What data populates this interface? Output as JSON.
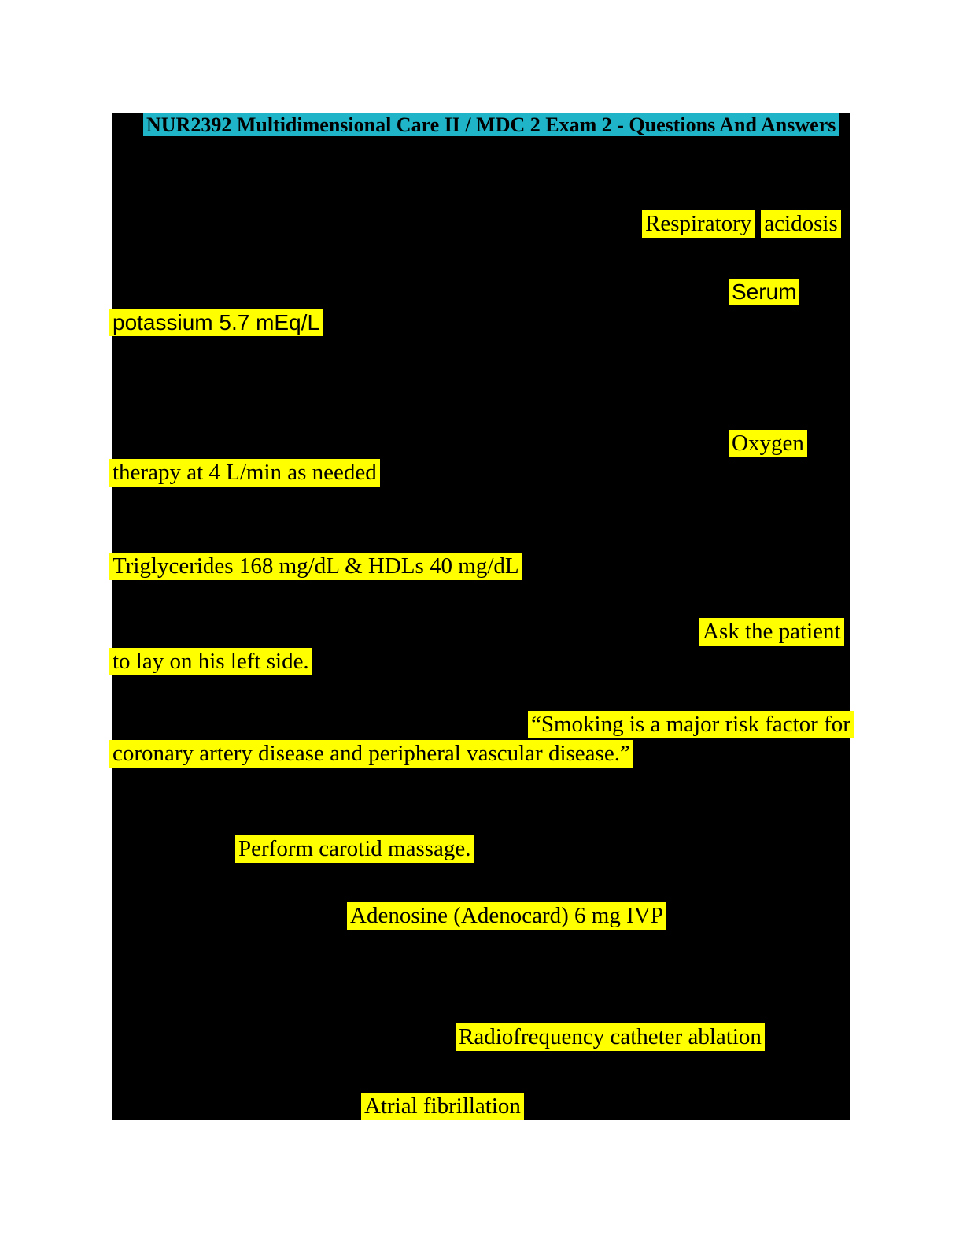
{
  "header": {
    "title": "NUR2392 Multidimensional Care II / MDC 2 Exam 2 - Questions And Answers"
  },
  "colors": {
    "title_highlight": "#20b4c8",
    "answer_highlight": "#ffff00",
    "redaction_block": "#000000",
    "page_background": "#ffffff",
    "text": "#000000"
  },
  "answers": {
    "respiratory": "Respiratory",
    "acidosis": "acidosis",
    "serum": "Serum",
    "potassium": "potassium 5.7 mEq/L",
    "oxygen": "Oxygen",
    "oxygen_therapy": "therapy at 4 L/min as needed",
    "triglycerides": "Triglycerides 168 mg/dL & HDLs 40 mg/dL",
    "ask_patient": "Ask the patient",
    "left_side": "to lay on his left side.",
    "smoking_line1": "“Smoking is a major risk factor for",
    "smoking_line2": "coronary artery disease and peripheral vascular disease.”",
    "carotid": "Perform carotid massage.",
    "adenosine": "Adenosine (Adenocard) 6 mg IVP",
    "ablation": "Radiofrequency catheter ablation",
    "afib": "Atrial fibrillation"
  }
}
